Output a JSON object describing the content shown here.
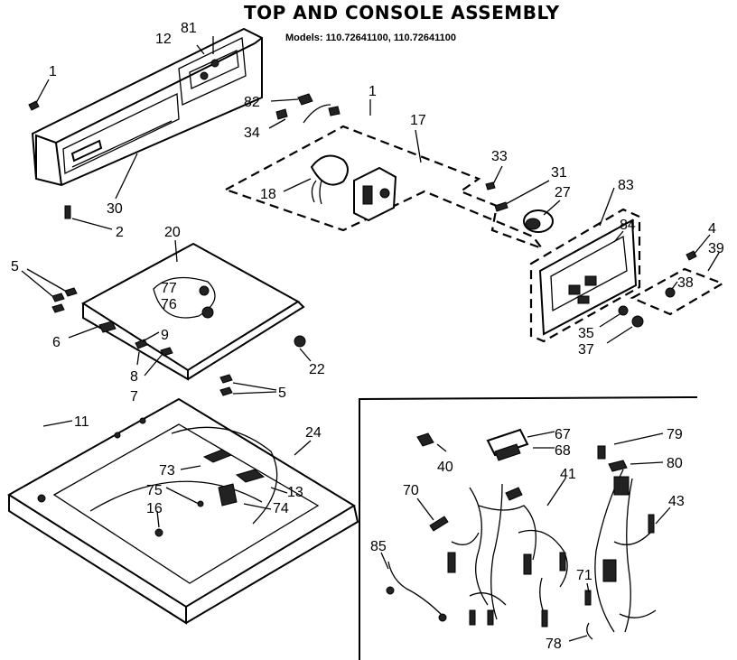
{
  "title": "TOP AND CONSOLE ASSEMBLY",
  "models": "Models: 110.72641100, 110.72641100",
  "callouts": [
    "1",
    "81",
    "12",
    "82",
    "1",
    "17",
    "34",
    "30",
    "2",
    "18",
    "33",
    "31",
    "27",
    "83",
    "84",
    "4",
    "39",
    "20",
    "5",
    "77",
    "76",
    "38",
    "9",
    "6",
    "22",
    "35",
    "37",
    "8",
    "7",
    "5",
    "11",
    "24",
    "73",
    "75",
    "13",
    "16",
    "74",
    "67",
    "79",
    "40",
    "68",
    "80",
    "41",
    "70",
    "43",
    "85",
    "71",
    "78"
  ]
}
